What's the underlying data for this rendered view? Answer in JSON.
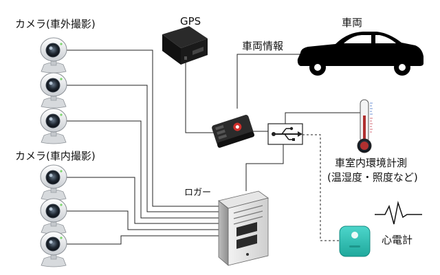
{
  "labels": {
    "camera_exterior": "カメラ(車外撮影)",
    "camera_interior": "カメラ(車内撮影)",
    "gps": "GPS",
    "vehicle": "車両",
    "vehicle_info": "車両情報",
    "logger": "ロガー",
    "env_line1": "車室内環境計測",
    "env_line2": "(温湿度・照度など)",
    "heart_rate": "心電計"
  },
  "colors": {
    "wire": "#222222",
    "vehicle_body": "#000000",
    "heart_rate_device": "#2bbfb3",
    "thermometer_bulb": "#b03030"
  }
}
